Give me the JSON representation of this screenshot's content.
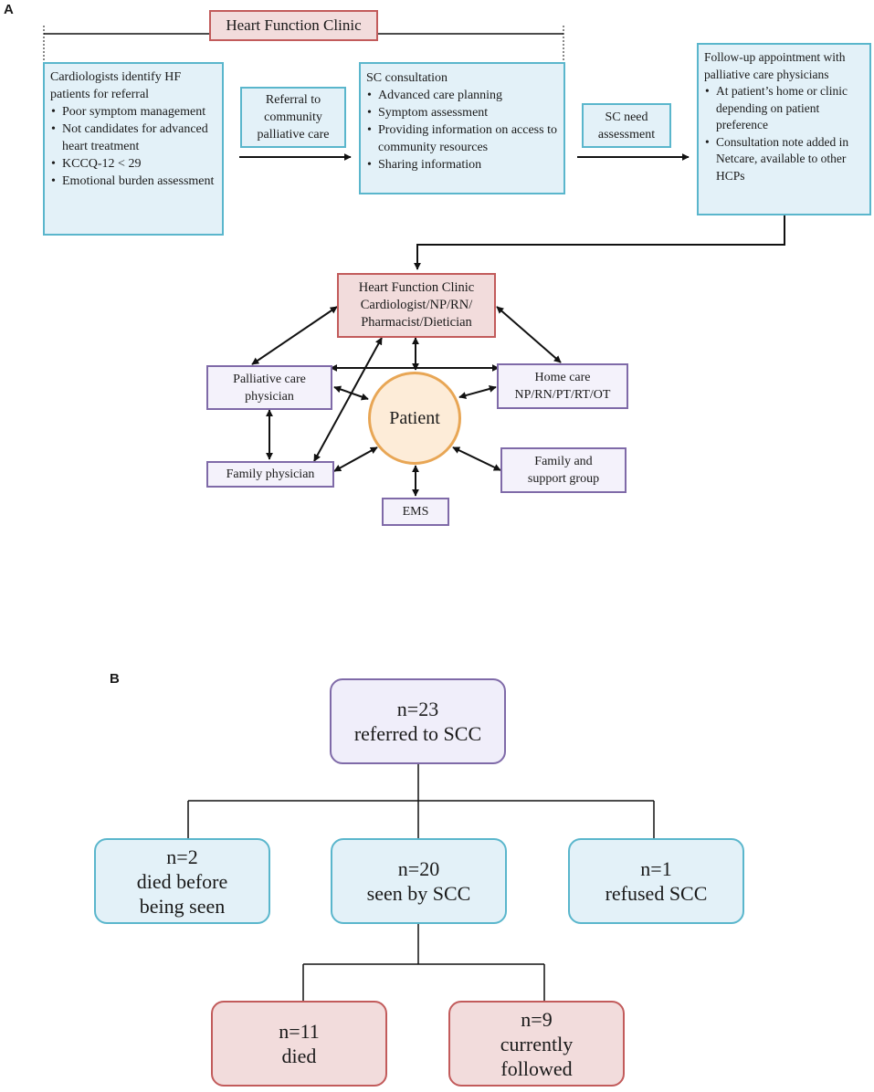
{
  "panelA": {
    "letter": "A",
    "top_title": "Heart Function Clinic",
    "cardiologist_box": {
      "heading": "Cardiologists identify HF patients for referral",
      "bullets": [
        "Poor symptom management",
        "Not candidates for advanced heart treatment",
        "KCCQ-12 < 29",
        "Emotional burden assessment"
      ]
    },
    "referral_label": "Referral to community palliative care",
    "sc_consult_box": {
      "heading": "SC consultation",
      "bullets": [
        "Advanced care planning",
        "Symptom assessment",
        "Providing information on access to community resources",
        "Sharing information"
      ]
    },
    "sc_need_label": "SC need assessment",
    "followup_box": {
      "heading": "Follow-up appointment with palliative care physicians",
      "bullets": [
        "At patient’s home or clinic depending on patient preference",
        "Consultation note added in Netcare, available to other HCPs"
      ]
    },
    "network": {
      "clinic_line1": "Heart Function Clinic",
      "clinic_line2": "Cardiologist/NP/RN/",
      "clinic_line3": "Pharmacist/Dietician",
      "palliative_line1": "Palliative care",
      "palliative_line2": "physician",
      "homecare_line1": "Home care",
      "homecare_line2": "NP/RN/PT/RT/OT",
      "patient": "Patient",
      "family_physician": "Family physician",
      "family_support_line1": "Family and",
      "family_support_line2": "support group",
      "ems": "EMS"
    }
  },
  "panelB": {
    "letter": "B",
    "root": {
      "line1": "n=23",
      "line2": "referred to SCC"
    },
    "died_before": {
      "line1": "n=2",
      "line2": "died before",
      "line3": "being seen"
    },
    "seen": {
      "line1": "n=20",
      "line2": "seen by SCC"
    },
    "refused": {
      "line1": "n=1",
      "line2": "refused SCC"
    },
    "died": {
      "line1": "n=11",
      "line2": "died"
    },
    "followed": {
      "line1": "n=9",
      "line2": "currently",
      "line3": "followed"
    }
  },
  "colors": {
    "blue_border": "#5ab6cc",
    "blue_fill": "#e3f1f8",
    "red_border": "#c25b5b",
    "red_fill": "#f2dcdc",
    "purple_border": "#7f6aa8",
    "purple_fill": "#f0eefa",
    "patient_border": "#e8a655",
    "patient_fill": "#fdecd8"
  }
}
